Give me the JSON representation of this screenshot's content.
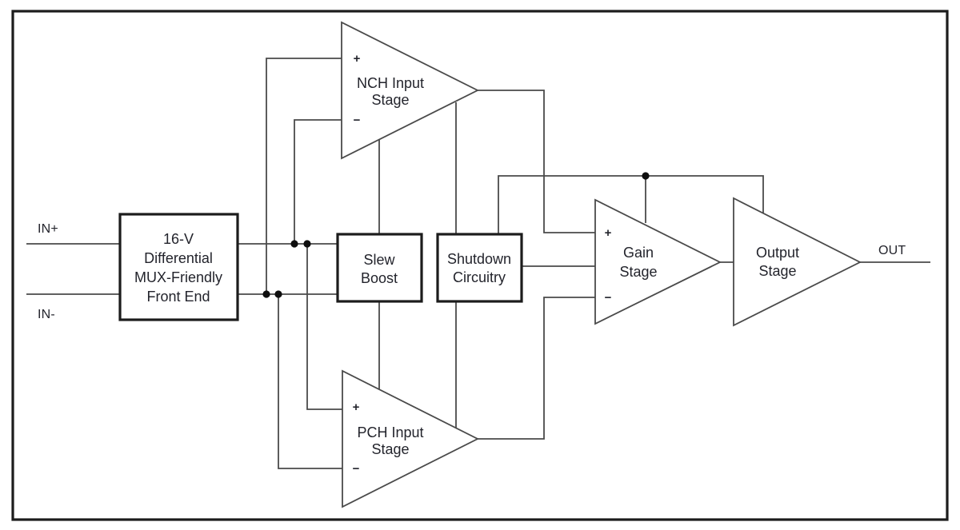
{
  "diagram": {
    "io": {
      "in_plus": "IN+",
      "in_minus": "IN-",
      "out": "OUT"
    },
    "symbols": {
      "plus": "+",
      "minus": "−"
    },
    "blocks": {
      "front_end": {
        "line1": "16-V",
        "line2": "Differential",
        "line3": "MUX-Friendly",
        "line4": "Front End"
      },
      "slew_boost": {
        "line1": "Slew",
        "line2": "Boost"
      },
      "shutdown_circuitry": {
        "line1": "Shutdown",
        "line2": "Circuitry"
      },
      "nch_input_stage": {
        "line1": "NCH Input",
        "line2": "Stage"
      },
      "pch_input_stage": {
        "line1": "PCH Input",
        "line2": "Stage"
      },
      "gain_stage": {
        "line1": "Gain",
        "line2": "Stage"
      },
      "output_stage": {
        "line1": "Output",
        "line2": "Stage"
      }
    },
    "colors": {
      "background": "#ffffff",
      "wire": "#4a4a4a",
      "box_border": "#1c1c1c",
      "text": "#23242c",
      "junction_dot": "#0e0e0e"
    }
  }
}
